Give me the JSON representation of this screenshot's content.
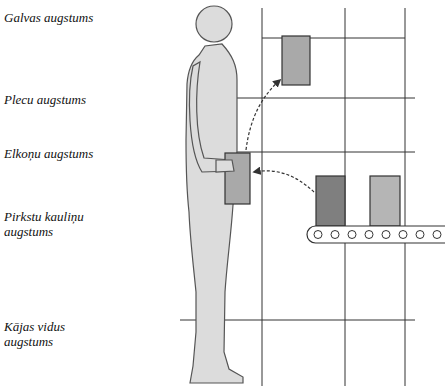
{
  "diagram": {
    "labels": [
      "Galvas augstums",
      "Plecu augstums",
      "Elkoņu augstums",
      "Pirkstu kauliņu augstums",
      "Kājas vidus augstums"
    ]
  }
}
